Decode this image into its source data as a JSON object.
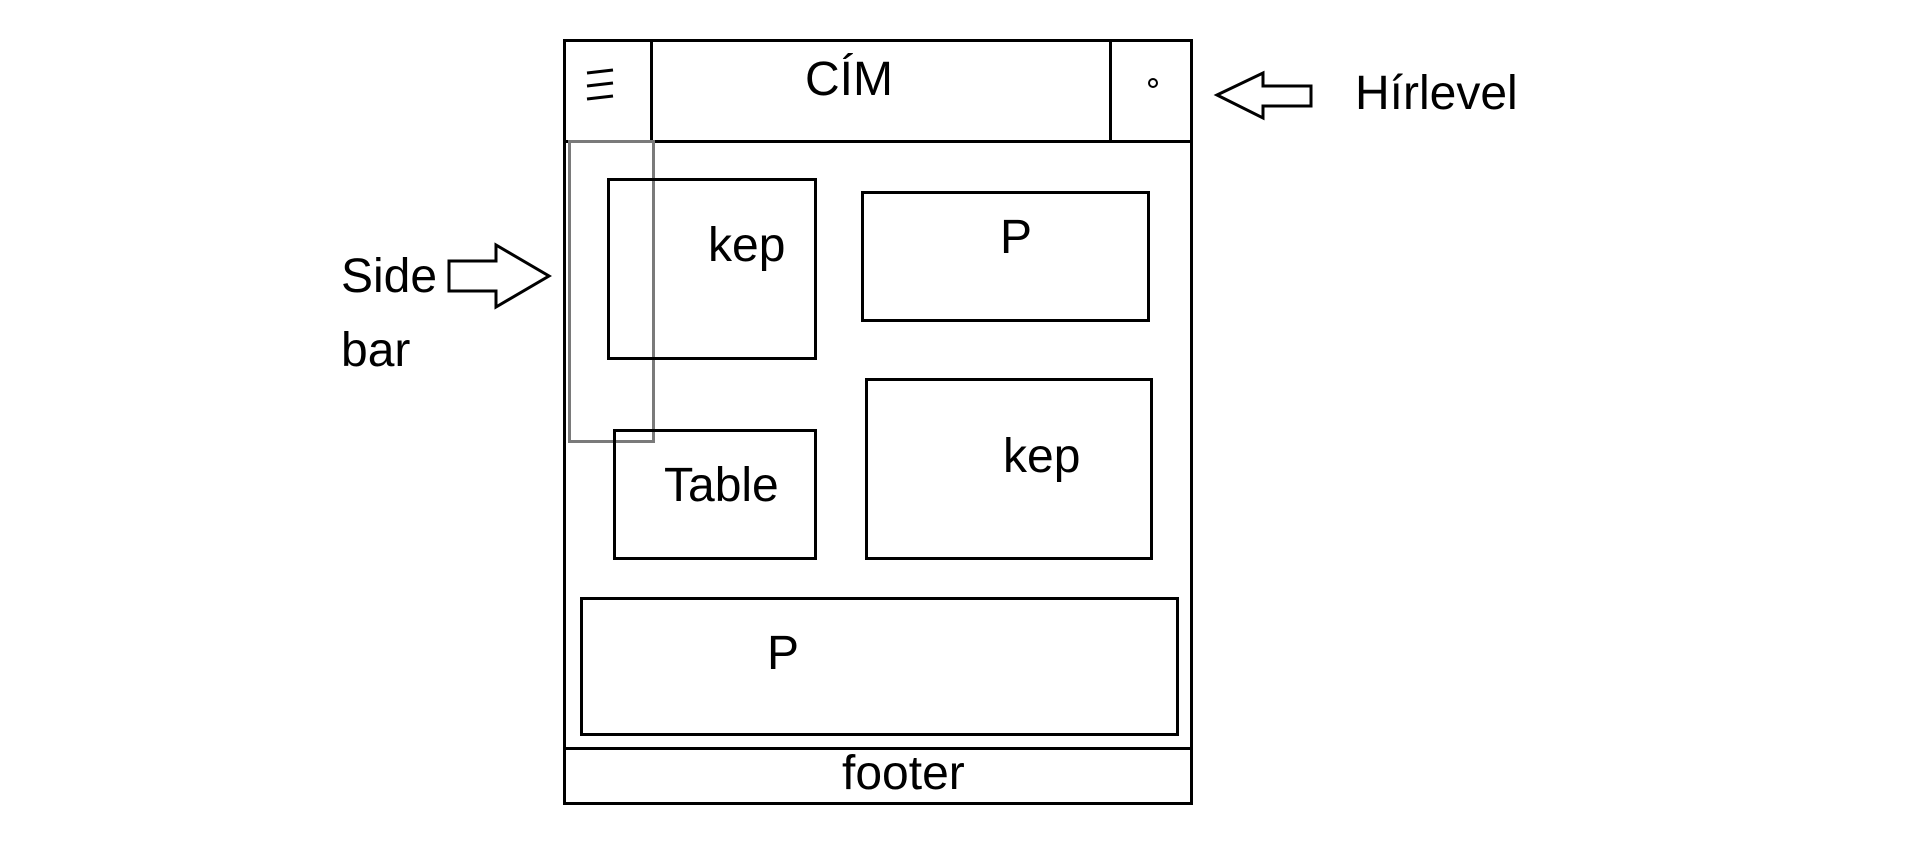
{
  "header": {
    "title": "CÍM"
  },
  "annotations": {
    "newsletter": "Hírlevel",
    "sidebar": [
      "Side",
      "bar"
    ]
  },
  "content": {
    "image_top": "kep",
    "paragraph_top": "P",
    "table": "Table",
    "image_bottom": "kep",
    "paragraph_wide": "P"
  },
  "footer": {
    "label": "footer"
  },
  "icons": {
    "menu": "hamburger-menu-icon",
    "newsletter": "circle-icon",
    "pointer": "outline-arrow-icon"
  },
  "colors": {
    "line": "#000000",
    "sidebar_outline": "#7a7a7a",
    "background": "#ffffff"
  }
}
